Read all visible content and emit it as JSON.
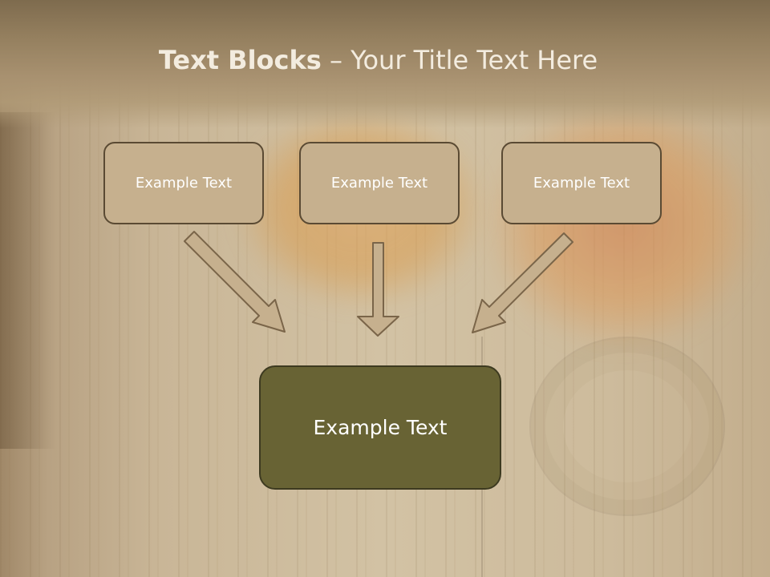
{
  "title": {
    "bold": "Text Blocks",
    "separator": " – ",
    "rest": "Your Title Text Here"
  },
  "boxes": [
    {
      "label": "Example Text"
    },
    {
      "label": "Example Text"
    },
    {
      "label": "Example Text"
    }
  ],
  "main_box": {
    "label": "Example Text"
  },
  "colors": {
    "box_fill": "#c6b08e",
    "box_border": "#5a4a33",
    "main_fill": "#686334",
    "arrow_fill": "#c6b08e",
    "title_text": "#f3ecdf"
  }
}
